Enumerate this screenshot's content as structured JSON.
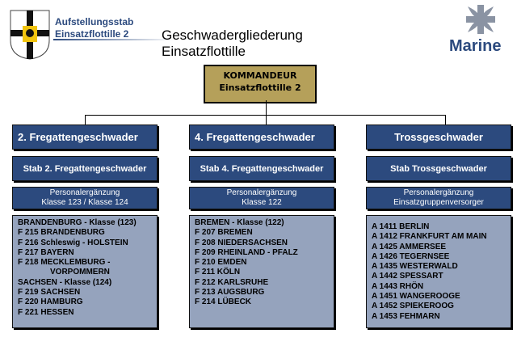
{
  "header": {
    "org_line1": "Aufstellungsstab",
    "org_line2": "Einsatzflottille 2",
    "title_line1": "Geschwadergliederung",
    "title_line2": "Einsatzflottille",
    "brand": "Marine"
  },
  "commander": {
    "line1": "KOMMANDEUR",
    "line2": "Einsatzflottille 2"
  },
  "columns": [
    {
      "title": "2. Fregattengeschwader",
      "staff": "Stab 2. Fregattengeschwader",
      "personnel1": "Personalergänzung",
      "personnel2": "Klasse 123 / Klasse 124",
      "items": [
        "BRANDENBURG - Klasse (123)",
        "F 215 BRANDENBURG",
        "F 216 Schleswig - HOLSTEIN",
        "F 217 BAYERN",
        "F 218 MECKLEMBURG -",
        "VORPOMMERN",
        "SACHSEN - Klasse (124)",
        "F 219 SACHSEN",
        "F 220 HAMBURG",
        "F 221 HESSEN"
      ]
    },
    {
      "title": "4. Fregattengeschwader",
      "staff": "Stab 4. Fregattengeschwader",
      "personnel1": "Personalergänzung",
      "personnel2": "Klasse 122",
      "items": [
        "BREMEN - Klasse (122)",
        "F 207 BREMEN",
        "F 208 NIEDERSACHSEN",
        "F 209 RHEINLAND - PFALZ",
        "F 210 EMDEN",
        "F 211 KÖLN",
        "F 212 KARLSRUHE",
        "F 213 AUGSBURG",
        "F 214 LÜBECK"
      ]
    },
    {
      "title": "Trossgeschwader",
      "staff": "Stab Trossgeschwader",
      "personnel1": "Personalergänzung",
      "personnel2": "Einsatzgruppenversorger",
      "items": [
        "A 1411 BERLIN",
        "A 1412 FRANKFURT AM MAIN",
        "A 1425 AMMERSEE",
        "A 1426 TEGERNSEE",
        "A 1435 WESTERWALD",
        "A 1442 SPESSART",
        "A 1443 RHÖN",
        "A 1451 WANGEROOGE",
        "A 1452 SPIEKEROOG",
        "A 1453 FEHMARN"
      ]
    }
  ],
  "colors": {
    "navy": "#2c4a7e",
    "list": "#95a3bd",
    "gold": "#b5a05a"
  }
}
